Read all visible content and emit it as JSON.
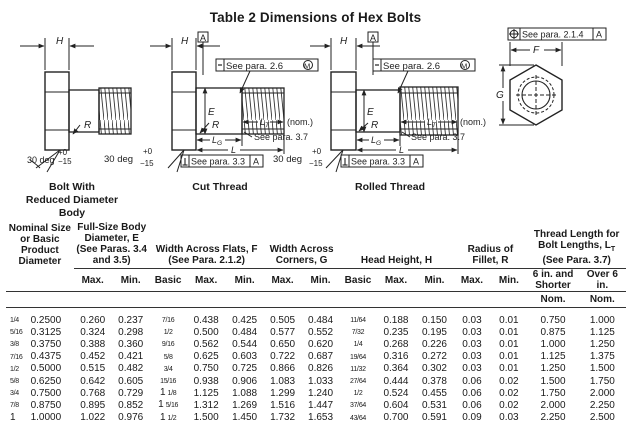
{
  "title": "Table 2   Dimensions of Hex Bolts",
  "figures": {
    "dim_H": "H",
    "dim_R": "R",
    "dim_E": "E",
    "dim_F": "F",
    "dim_G": "G",
    "dim_L": "L",
    "dim_LG": "L",
    "dim_LG_sub": "G",
    "dim_LT": "L",
    "dim_LT_sub": "T",
    "datum_A": "A",
    "see_26": "See para. 2.6",
    "see_26_mod": "M",
    "see_37": "See para. 3.7",
    "nom": "(nom.)",
    "see_33": "See para. 3.3",
    "see_214": "See para. 2.1.4",
    "angle": "30 deg",
    "tol_plus": "+0",
    "tol_minus": "−15",
    "caption_reduced": "Bolt With\nReduced Diameter\nBody",
    "caption_cut": "Cut Thread",
    "caption_rolled": "Rolled Thread"
  },
  "table": {
    "headers": {
      "nominal": "Nominal Size or Basic Product Diameter",
      "body_dia": "Full-Size Body Diameter, E (See Paras. 3.4 and 3.5)",
      "flats": "Width Across Flats, F (See Para. 2.1.2)",
      "corners": "Width Across Corners, G",
      "head": "Head Height, H",
      "radius": "Radius of Fillet, R",
      "thread": "Thread Length for Bolt Lengths, L",
      "thread_sub": "T",
      "thread_ref": "(See Para. 3.7)",
      "six_shorter": "6 in. and Shorter",
      "over_six": "Over 6 in.",
      "max": "Max.",
      "min": "Min.",
      "basic": "Basic",
      "nom": "Nom."
    },
    "rows": [
      {
        "frac": "1/4",
        "dec": "0.2500",
        "e_max": "0.260",
        "e_min": "0.237",
        "f_basic": "7/16",
        "f_max": "0.438",
        "f_min": "0.425",
        "g_max": "0.505",
        "g_min": "0.484",
        "h_basic": "11/64",
        "h_max": "0.188",
        "h_min": "0.150",
        "r_max": "0.03",
        "r_min": "0.01",
        "t_short": "0.750",
        "t_over": "1.000"
      },
      {
        "frac": "5/16",
        "dec": "0.3125",
        "e_max": "0.324",
        "e_min": "0.298",
        "f_basic": "1/2",
        "f_max": "0.500",
        "f_min": "0.484",
        "g_max": "0.577",
        "g_min": "0.552",
        "h_basic": "7/32",
        "h_max": "0.235",
        "h_min": "0.195",
        "r_max": "0.03",
        "r_min": "0.01",
        "t_short": "0.875",
        "t_over": "1.125"
      },
      {
        "frac": "3/8",
        "dec": "0.3750",
        "e_max": "0.388",
        "e_min": "0.360",
        "f_basic": "9/16",
        "f_max": "0.562",
        "f_min": "0.544",
        "g_max": "0.650",
        "g_min": "0.620",
        "h_basic": "1/4",
        "h_max": "0.268",
        "h_min": "0.226",
        "r_max": "0.03",
        "r_min": "0.01",
        "t_short": "1.000",
        "t_over": "1.250"
      },
      {
        "frac": "7/16",
        "dec": "0.4375",
        "e_max": "0.452",
        "e_min": "0.421",
        "f_basic": "5/8",
        "f_max": "0.625",
        "f_min": "0.603",
        "g_max": "0.722",
        "g_min": "0.687",
        "h_basic": "19/64",
        "h_max": "0.316",
        "h_min": "0.272",
        "r_max": "0.03",
        "r_min": "0.01",
        "t_short": "1.125",
        "t_over": "1.375"
      },
      {
        "frac": "1/2",
        "dec": "0.5000",
        "e_max": "0.515",
        "e_min": "0.482",
        "f_basic": "3/4",
        "f_max": "0.750",
        "f_min": "0.725",
        "g_max": "0.866",
        "g_min": "0.826",
        "h_basic": "11/32",
        "h_max": "0.364",
        "h_min": "0.302",
        "r_max": "0.03",
        "r_min": "0.01",
        "t_short": "1.250",
        "t_over": "1.500"
      },
      {
        "frac": "5/8",
        "dec": "0.6250",
        "e_max": "0.642",
        "e_min": "0.605",
        "f_basic": "15/16",
        "f_max": "0.938",
        "f_min": "0.906",
        "g_max": "1.083",
        "g_min": "1.033",
        "h_basic": "27/64",
        "h_max": "0.444",
        "h_min": "0.378",
        "r_max": "0.06",
        "r_min": "0.02",
        "t_short": "1.500",
        "t_over": "1.750"
      },
      {
        "frac": "3/4",
        "dec": "0.7500",
        "e_max": "0.768",
        "e_min": "0.729",
        "f_basic": "1 1/8",
        "f_max": "1.125",
        "f_min": "1.088",
        "g_max": "1.299",
        "g_min": "1.240",
        "h_basic": "1/2",
        "h_max": "0.524",
        "h_min": "0.455",
        "r_max": "0.06",
        "r_min": "0.02",
        "t_short": "1.750",
        "t_over": "2.000"
      },
      {
        "frac": "7/8",
        "dec": "0.8750",
        "e_max": "0.895",
        "e_min": "0.852",
        "f_basic": "1 5/16",
        "f_max": "1.312",
        "f_min": "1.269",
        "g_max": "1.516",
        "g_min": "1.447",
        "h_basic": "37/64",
        "h_max": "0.604",
        "h_min": "0.531",
        "r_max": "0.06",
        "r_min": "0.02",
        "t_short": "2.000",
        "t_over": "2.250"
      },
      {
        "frac": "1",
        "dec": "1.0000",
        "e_max": "1.022",
        "e_min": "0.976",
        "f_basic": "1 1/2",
        "f_max": "1.500",
        "f_min": "1.450",
        "g_max": "1.732",
        "g_min": "1.653",
        "h_basic": "43/64",
        "h_max": "0.700",
        "h_min": "0.591",
        "r_max": "0.09",
        "r_min": "0.03",
        "t_short": "2.250",
        "t_over": "2.500"
      }
    ]
  }
}
